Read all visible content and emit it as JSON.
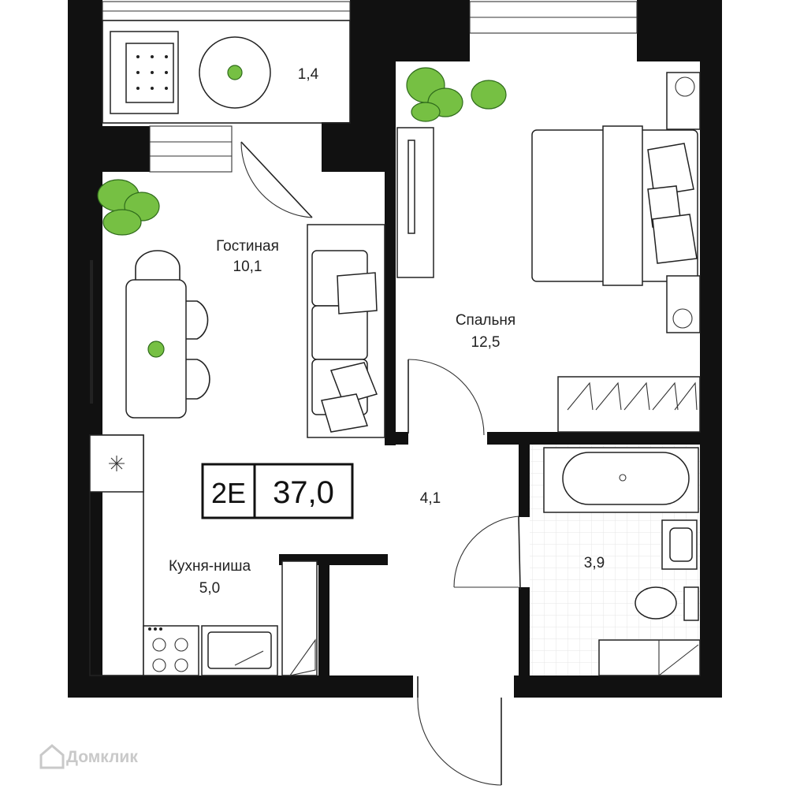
{
  "plan": {
    "apartment_type": "2E",
    "total_area": "37,0",
    "rooms": [
      {
        "id": "balcony",
        "name": "",
        "area": "1,4"
      },
      {
        "id": "living",
        "name": "Гостиная",
        "area": "10,1"
      },
      {
        "id": "bedroom",
        "name": "Спальня",
        "area": "12,5"
      },
      {
        "id": "hall",
        "name": "",
        "area": "4,1"
      },
      {
        "id": "bathroom",
        "name": "",
        "area": "3,9"
      },
      {
        "id": "kitchen",
        "name": "Кухня-ниша",
        "area": "5,0"
      }
    ]
  },
  "watermark": {
    "text": "Домклик",
    "icon": "house-logo-icon"
  },
  "colors": {
    "wall": "#111111",
    "plant": "#76c043",
    "tile_grid": "#e6e6e6",
    "background": "#ffffff"
  }
}
